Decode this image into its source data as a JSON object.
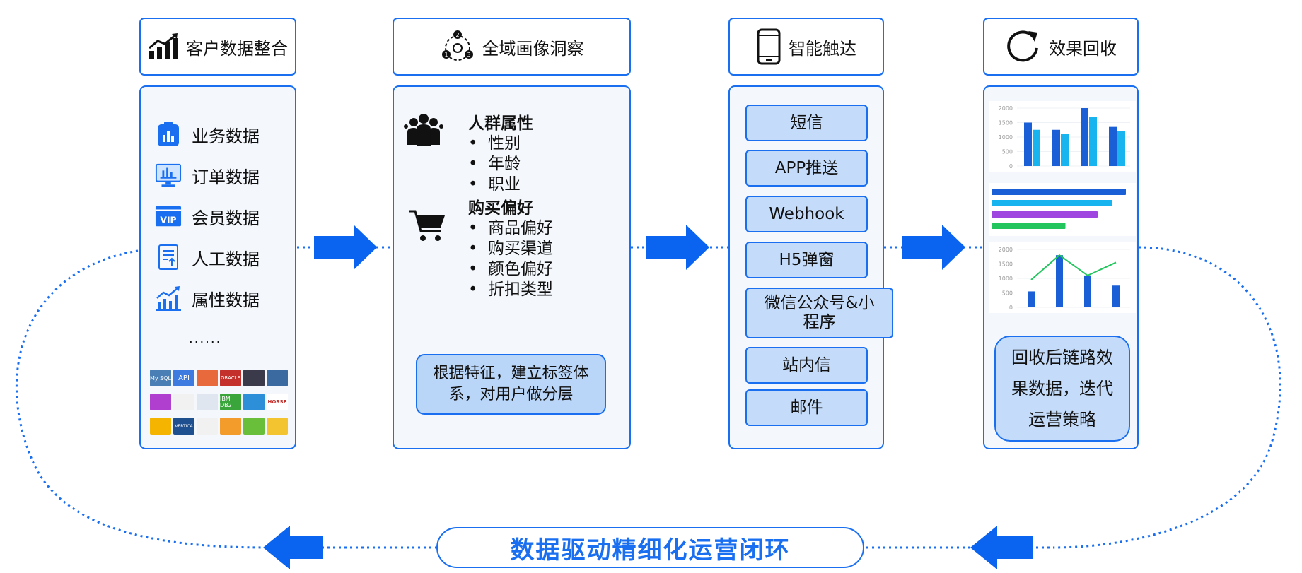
{
  "stages": [
    {
      "title": "客户数据整合",
      "icon": "growth-chart-icon"
    },
    {
      "title": "全域画像洞察",
      "icon": "insight-cycle-icon"
    },
    {
      "title": "智能触达",
      "icon": "smartphone-icon"
    },
    {
      "title": "效果回收",
      "icon": "refresh-icon"
    }
  ],
  "cycle_steps": [
    "1",
    "2",
    "3"
  ],
  "sources": {
    "items": [
      {
        "label": "业务数据",
        "icon": "clipboard-chart-icon"
      },
      {
        "label": "订单数据",
        "icon": "monitor-chart-icon"
      },
      {
        "label": "会员数据",
        "icon": "vip-card-icon"
      },
      {
        "label": "人工数据",
        "icon": "document-upload-icon"
      },
      {
        "label": "属性数据",
        "icon": "trend-chart-icon"
      }
    ],
    "more": "......",
    "logos": [
      {
        "label": "My SQL",
        "color": "#4a7fb5"
      },
      {
        "label": "API",
        "color": "#3d7be0"
      },
      {
        "label": "",
        "color": "#e8693b"
      },
      {
        "label": "ORACLE",
        "color": "#c4302b"
      },
      {
        "label": "",
        "color": "#3a3a4a"
      },
      {
        "label": "",
        "color": "#3a6aa0"
      },
      {
        "label": "",
        "color": "#b03fd0"
      },
      {
        "label": "",
        "color": "#f1f1f1"
      },
      {
        "label": "",
        "color": "#dfe6f0"
      },
      {
        "label": "IBM DB2",
        "color": "#3aa53a"
      },
      {
        "label": "",
        "color": "#2d8fd8"
      },
      {
        "label": "HORSE",
        "color": "#ffffff"
      },
      {
        "label": "",
        "color": "#f4b400"
      },
      {
        "label": "VERTICA",
        "color": "#1e4f8f"
      },
      {
        "label": "",
        "color": "#f1f1f1"
      },
      {
        "label": "",
        "color": "#f39c2b"
      },
      {
        "label": "",
        "color": "#6abf3a"
      },
      {
        "label": "",
        "color": "#f4c430"
      }
    ]
  },
  "insight": {
    "group1": {
      "title": "人群属性",
      "items": [
        "性别",
        "年龄",
        "职业"
      ],
      "icon": "people-group-icon"
    },
    "group2": {
      "title": "购买偏好",
      "items": [
        "商品偏好",
        "购买渠道",
        "颜色偏好",
        "折扣类型"
      ],
      "icon": "shopping-cart-icon"
    },
    "bullet": "•",
    "tag_text": "根据特征，建立标签体系，对用户做分层"
  },
  "channels": [
    "短信",
    "APP推送",
    "Webhook",
    "H5弹窗",
    "微信公众号&小程序",
    "站内信",
    "邮件"
  ],
  "charts": {
    "bar": {
      "type": "bar",
      "ylim": [
        0,
        2000
      ],
      "yticks": [
        "2000",
        "1500",
        "1000",
        "500",
        "0"
      ],
      "series": [
        {
          "values": [
            1500,
            1250,
            2000,
            1350
          ],
          "color": "#1a5fd6"
        },
        {
          "values": [
            1250,
            1100,
            1700,
            1200
          ],
          "color": "#17b4f0"
        }
      ]
    },
    "hbar": {
      "type": "bar",
      "values": [
        100,
        90,
        79,
        55
      ],
      "colors": [
        "#1a5fd6",
        "#17b4f0",
        "#a046e0",
        "#22c55e"
      ]
    },
    "combo": {
      "type": "bar",
      "ylim": [
        0,
        2000
      ],
      "yticks": [
        "2000",
        "1500",
        "1000",
        "500",
        "0"
      ],
      "bars": [
        550,
        1800,
        1100,
        750
      ],
      "line": [
        950,
        1800,
        1100,
        1550
      ],
      "bar_color": "#1a5fd6",
      "line_color": "#22c55e"
    }
  },
  "return_text": "回收后链路效果数据，迭代运营策略",
  "loop_title": "数据驱动精细化运营闭环",
  "colors": {
    "accent": "#1a6ff0",
    "arrow": "#0a64f0",
    "panel": "#f4f8fd",
    "chip": "#c4dcfa"
  }
}
